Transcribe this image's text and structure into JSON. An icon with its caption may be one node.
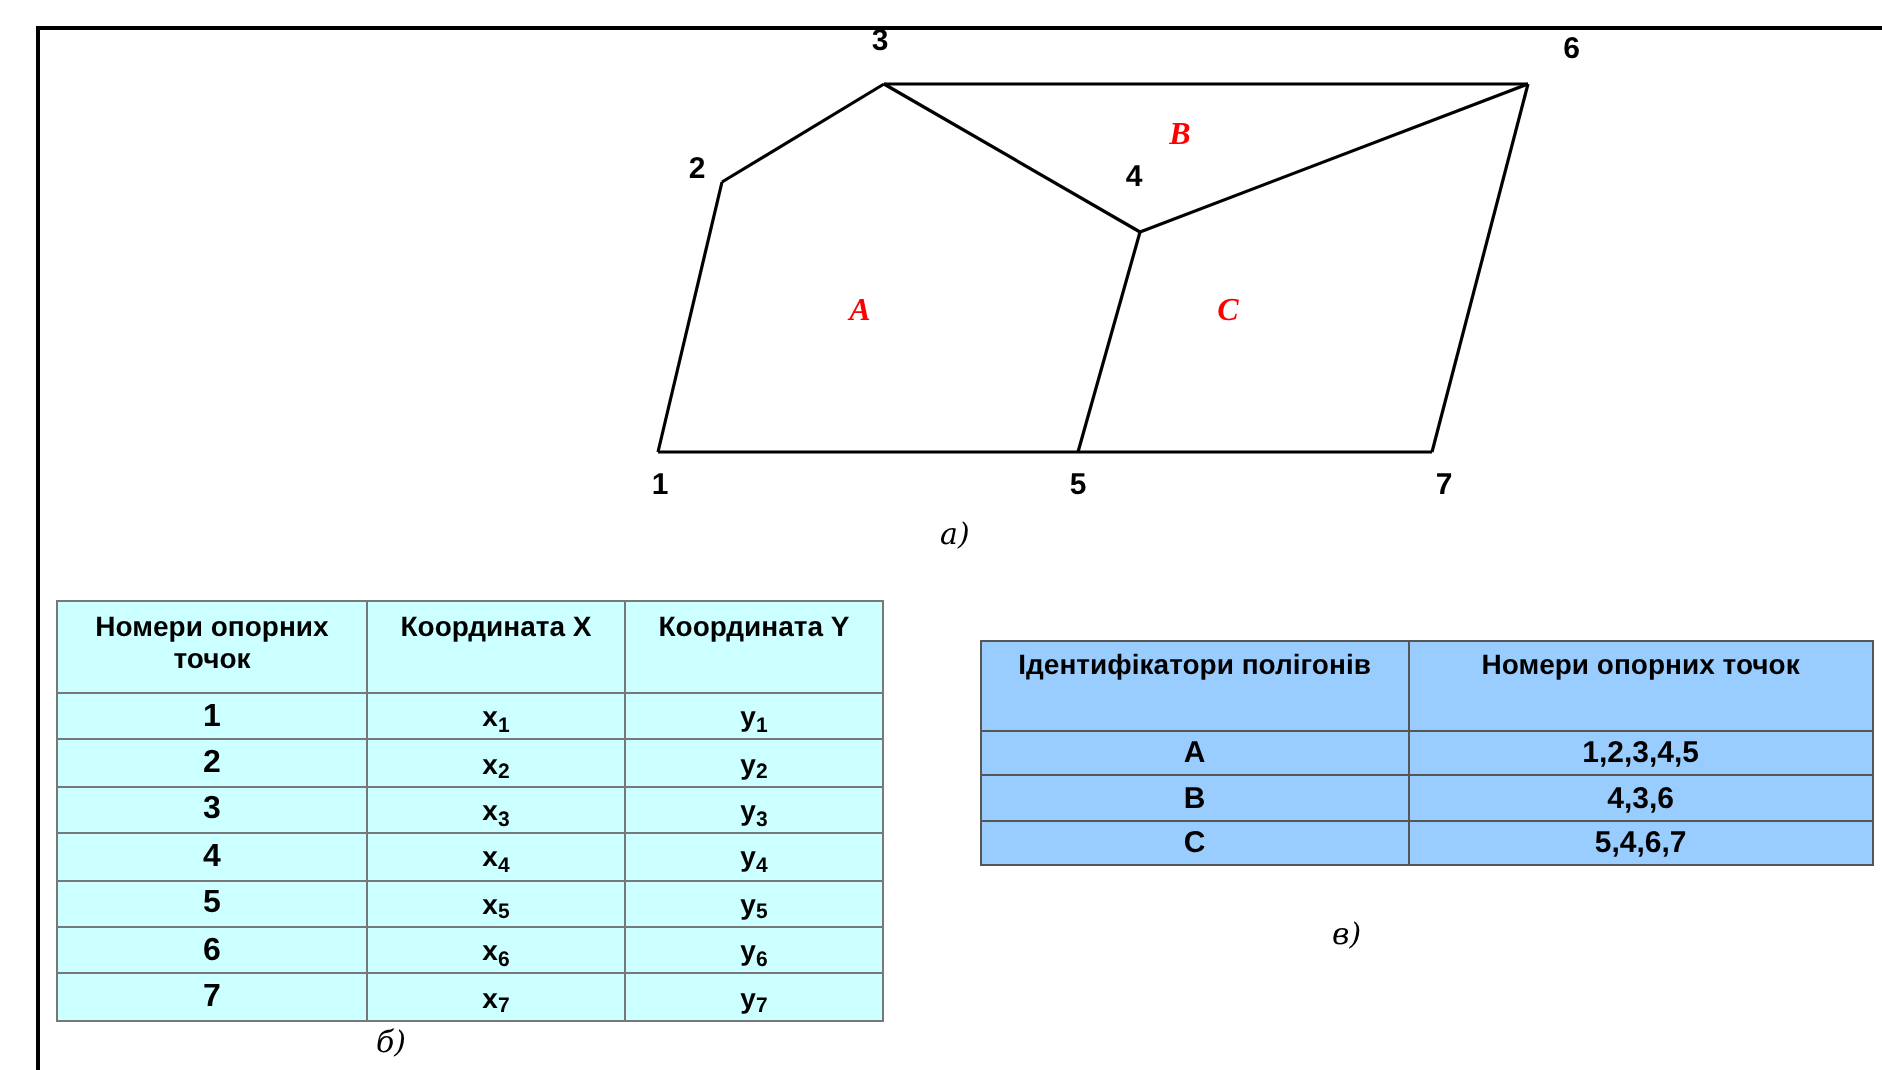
{
  "diagram": {
    "nodes": [
      {
        "text": [
          "1"
        ]
      },
      {
        "text": [
          "2"
        ]
      },
      {
        "text": [
          "3"
        ]
      },
      {
        "text": [
          "4"
        ]
      },
      {
        "text": [
          "5"
        ]
      },
      {
        "text": [
          "6"
        ]
      },
      {
        "text": [
          "7"
        ]
      }
    ],
    "edges": [
      {
        "from": 0,
        "to": 1,
        "arrow": "none"
      },
      {
        "from": 1,
        "to": 2,
        "arrow": "none"
      },
      {
        "from": 2,
        "to": 3,
        "arrow": "none"
      },
      {
        "from": 2,
        "to": 5,
        "arrow": "none"
      },
      {
        "from": 3,
        "to": 5,
        "arrow": "none"
      },
      {
        "from": 3,
        "to": 4,
        "arrow": "none"
      },
      {
        "from": 0,
        "to": 4,
        "arrow": "none"
      },
      {
        "from": 4,
        "to": 6,
        "arrow": "none"
      },
      {
        "from": 5,
        "to": 6,
        "arrow": "none"
      }
    ],
    "labels": [
      "B",
      "A",
      "C",
      "а)",
      "Номери опорних точок",
      "Координата X",
      "Координата Y",
      "1",
      "x$_{1}$",
      "y$_{1}$",
      "2",
      "x$_{2}$",
      "y$_{2}$",
      "3",
      "x$_{3}$",
      "y$_{3}$",
      "4",
      "x$_{4}$",
      "y$_{4}$",
      "5",
      "x$_{5}$",
      "y$_{5}$",
      "6",
      "x$_{6}$",
      "y$_{6}$",
      "7",
      "x$_{7}$",
      "y$_{7}$",
      "б)",
      "Ідентифікатори полігонів",
      "Номери опорних точок",
      "A",
      "1,2,3,4,5",
      "B",
      "4,3,6",
      "C",
      "5,4,6,7",
      "в)"
    ]
  }
}
